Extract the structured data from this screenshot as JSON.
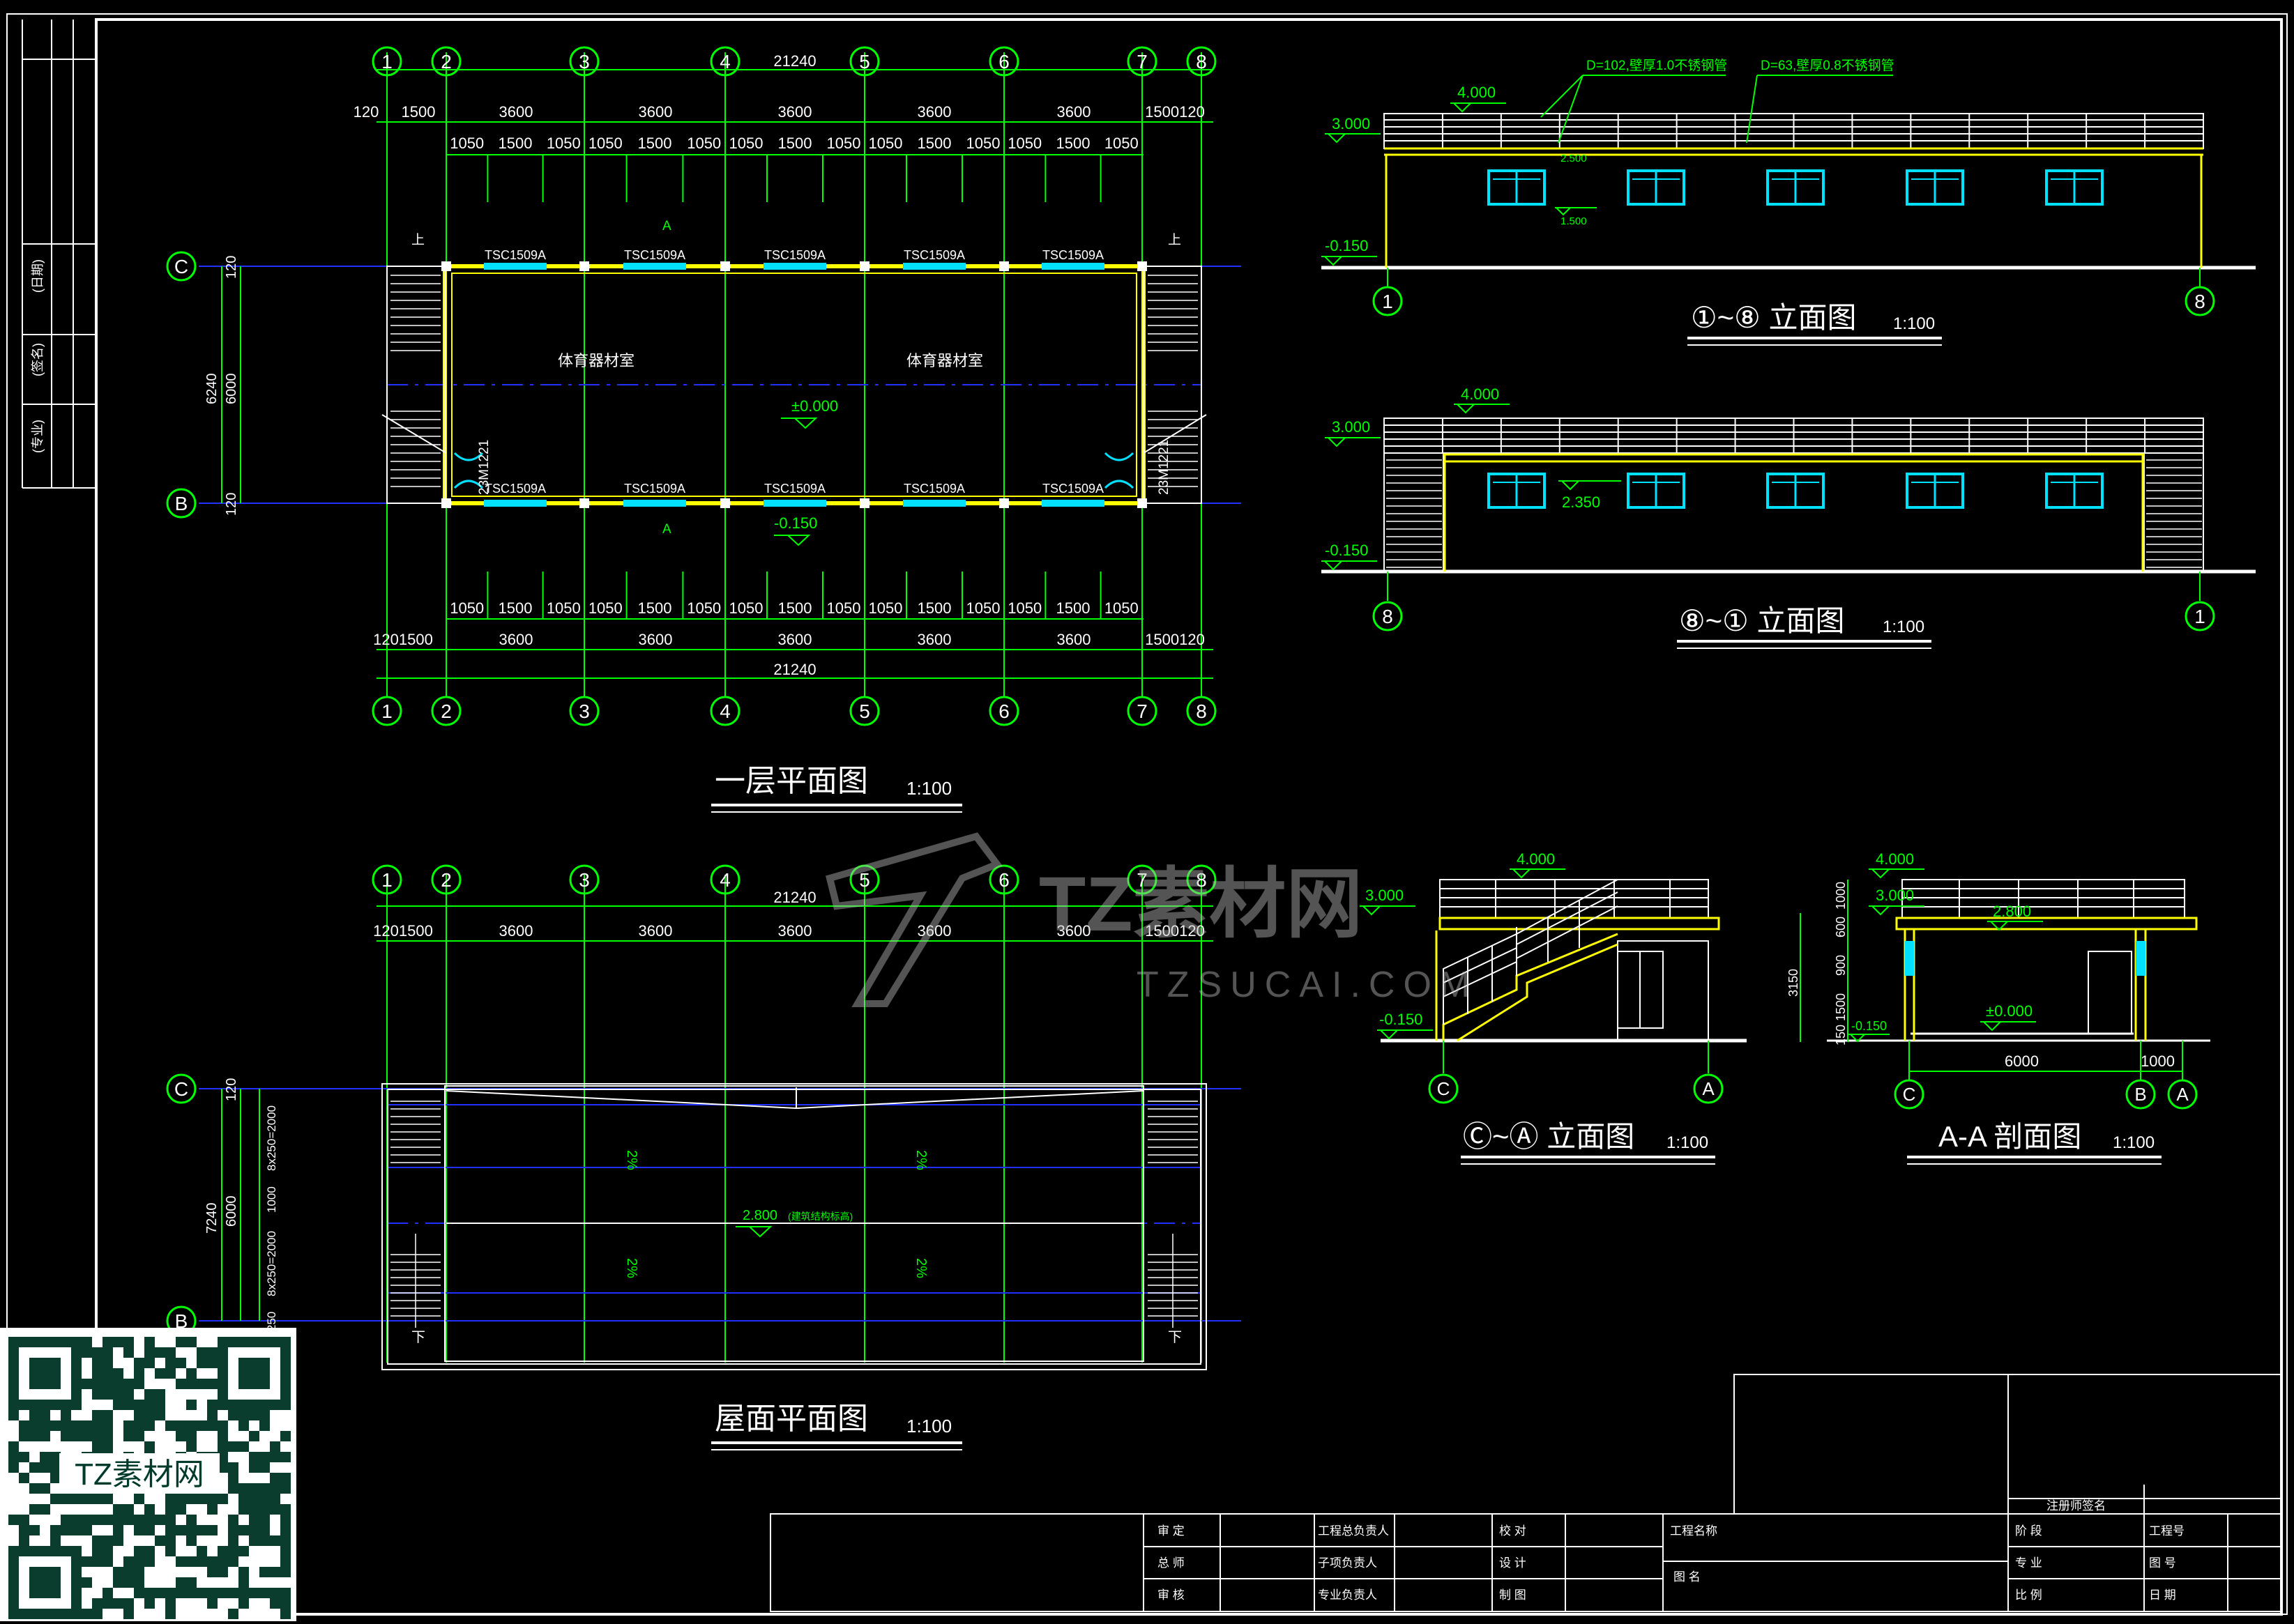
{
  "colors": {
    "background": "#000000",
    "frame": "#ffffff",
    "axis": "#00ff00",
    "grid": "#2030ff",
    "wall": "#ffff00",
    "window": "#00e0ff",
    "text": "#ffffff",
    "level": "#00ff00"
  },
  "plan1": {
    "title": "一层平面图",
    "scale": "1:100",
    "total_dim": "21240",
    "top_dims": [
      "120",
      "1500",
      "3600",
      "3600",
      "3600",
      "3600",
      "3600",
      "1500120"
    ],
    "bottom_dims": [
      "1201500",
      "3600",
      "3600",
      "3600",
      "3600",
      "3600",
      "1500120"
    ],
    "sub_dims": [
      "1050",
      "1500",
      "1050",
      "1050",
      "1500",
      "1050",
      "1050",
      "1500",
      "1050",
      "1050",
      "1500",
      "1050",
      "1050",
      "1500",
      "1050"
    ],
    "axes": [
      "1",
      "2",
      "3",
      "4",
      "5",
      "6",
      "7",
      "8"
    ],
    "row_axes": [
      "C",
      "B"
    ],
    "window_tag": "TSC1509A",
    "door_tag": "23M1221",
    "room_left": "体育器材室",
    "room_right": "体育器材室",
    "level_floor": "±0.000",
    "level_out": "-0.150",
    "section_mark": "A",
    "stair_up": "上",
    "side_dims": [
      "6240",
      "120",
      "6000",
      "120"
    ]
  },
  "plan2": {
    "title": "屋面平面图",
    "scale": "1:100",
    "total_dim": "21240",
    "top_dims": [
      "1201500",
      "3600",
      "3600",
      "3600",
      "3600",
      "3600",
      "1500120"
    ],
    "axes": [
      "1",
      "2",
      "3",
      "4",
      "5",
      "6",
      "7",
      "8"
    ],
    "row_axes": [
      "C",
      "B"
    ],
    "level_roof": "2.800",
    "level_note": "(建筑结构标高)",
    "slope": "2%",
    "stair_down": "下",
    "side_dims": [
      "7240",
      "120",
      "6000",
      "8x250=2000",
      "1000",
      "8x250=2000",
      "250"
    ]
  },
  "elev1": {
    "title": "①~⑧ 立面图",
    "scale": "1:100",
    "note1": "D=102,壁厚1.0不锈钢管",
    "note2": "D=63,壁厚0.8不锈钢管",
    "lvl_top": "4.000",
    "lvl_roof": "3.000",
    "lvl_win_top": "2.500",
    "lvl_win_bot": "1.500",
    "lvl_ground": "-0.150",
    "axis_l": "1",
    "axis_r": "8"
  },
  "elev2": {
    "title": "⑧~① 立面图",
    "scale": "1:100",
    "lvl_top": "4.000",
    "lvl_roof": "3.000",
    "lvl_win": "2.350",
    "lvl_ground": "-0.150",
    "axis_l": "8",
    "axis_r": "1"
  },
  "elev3": {
    "title": "Ⓒ~Ⓐ 立面图",
    "scale": "1:100",
    "lvl_top": "4.000",
    "lvl_roof": "3.000",
    "lvl_ground": "-0.150",
    "axis_l": "C",
    "axis_r": "A"
  },
  "section": {
    "title": "A-A 剖面图",
    "scale": "1:100",
    "lvl_top": "4.000",
    "lvl_roof": "3.000",
    "lvl_beam": "2.800",
    "lvl_floor": "±0.000",
    "lvl_ground": "-0.150",
    "dim_total": "3150",
    "dims_v": [
      "1000",
      "600",
      "900",
      "1500",
      "150"
    ],
    "dim_span": "6000",
    "dim_side": "1000",
    "axes": [
      "C",
      "B",
      "A"
    ]
  },
  "watermark": {
    "brand": "TZ素材网",
    "url": "TZSUCAI.COM"
  },
  "qr_label": "TZ素材网",
  "side_strip": [
    "(专业)",
    "(签名)",
    "(日期)"
  ],
  "title_block": {
    "sign_header": "注册师签名",
    "rows": [
      [
        "审  定",
        "工程总负责人",
        "校  对",
        "工程名称",
        "阶  段",
        "工程号"
      ],
      [
        "总  师",
        "子项负责人",
        "设  计",
        "",
        "专  业",
        "图  号"
      ],
      [
        "审  核",
        "专业负责人",
        "制  图",
        "图  名",
        "比  例",
        "日  期"
      ]
    ]
  }
}
